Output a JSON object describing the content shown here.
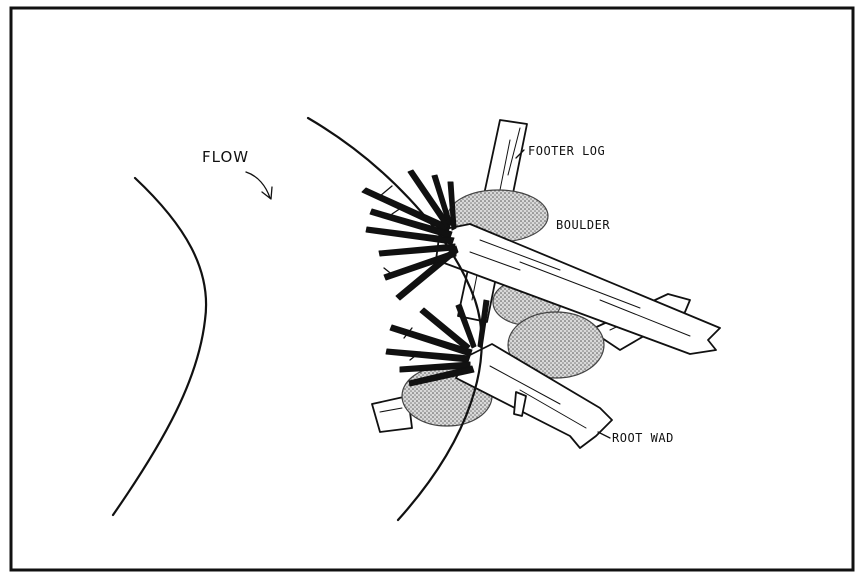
{
  "labels": {
    "flow": "FLOW",
    "footer_log": "FOOTER LOG",
    "boulder": "BOULDER",
    "root_wad": "ROOT WAD"
  },
  "colors": {
    "ink": "#111111",
    "boulder_fill": "#bdbdbd",
    "background": "#ffffff"
  },
  "icons": {
    "flow_arrow": "curved-arrow-icon"
  }
}
